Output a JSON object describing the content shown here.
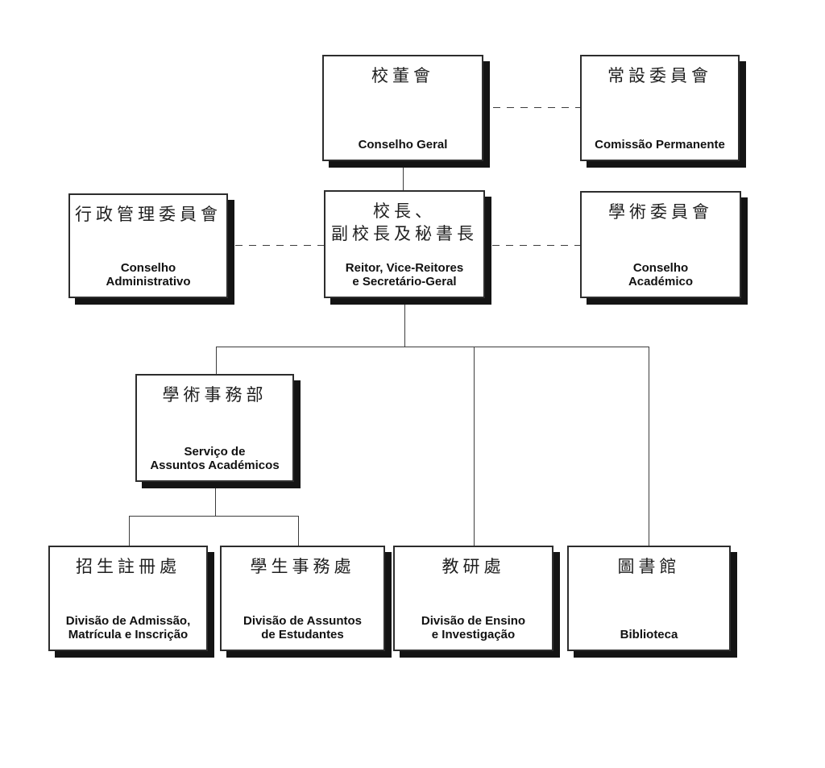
{
  "diagram": {
    "type": "org-chart",
    "colors": {
      "background": "#ffffff",
      "box_fill": "#ffffff",
      "box_border": "#2d2d2d",
      "box_shadow": "#141414",
      "line": "#3d3d3d",
      "text": "#111111"
    },
    "nodes": [
      {
        "id": "conselho-geral",
        "zh": "校董會",
        "pt": "Conselho Geral"
      },
      {
        "id": "comissao-permanente",
        "zh": "常設委員會",
        "pt": "Comissão Permanente"
      },
      {
        "id": "conselho-administrativo",
        "zh": "行政管理委員會",
        "pt": "Conselho\nAdministrativo"
      },
      {
        "id": "reitor-vice-reitores-secretario-geral",
        "zh": "校長、\n副校長及秘書長",
        "pt": "Reitor, Vice-Reitores\ne Secretário-Geral"
      },
      {
        "id": "conselho-academico",
        "zh": "學術委員會",
        "pt": "Conselho\nAcadémico"
      },
      {
        "id": "servico-assuntos-academicos",
        "zh": "學術事務部",
        "pt": "Serviço de\nAssuntos Académicos"
      },
      {
        "id": "divisao-admissao-matricula-inscricao",
        "zh": "招生註冊處",
        "pt": "Divisão de Admissão,\nMatrícula e Inscrição"
      },
      {
        "id": "divisao-assuntos-estudantes",
        "zh": "學生事務處",
        "pt": "Divisão de Assuntos\nde Estudantes"
      },
      {
        "id": "divisao-ensino-investigacao",
        "zh": "教研處",
        "pt": "Divisão de Ensino\ne Investigação"
      },
      {
        "id": "biblioteca",
        "zh": "圖書館",
        "pt": "Biblioteca"
      }
    ],
    "edges": [
      {
        "from": "conselho-geral",
        "to": "comissao-permanente",
        "style": "dashed"
      },
      {
        "from": "conselho-geral",
        "to": "reitor-vice-reitores-secretario-geral",
        "style": "solid"
      },
      {
        "from": "reitor-vice-reitores-secretario-geral",
        "to": "conselho-administrativo",
        "style": "dashed"
      },
      {
        "from": "reitor-vice-reitores-secretario-geral",
        "to": "conselho-academico",
        "style": "dashed"
      },
      {
        "from": "reitor-vice-reitores-secretario-geral",
        "to": "servico-assuntos-academicos",
        "style": "solid"
      },
      {
        "from": "reitor-vice-reitores-secretario-geral",
        "to": "divisao-ensino-investigacao",
        "style": "solid"
      },
      {
        "from": "reitor-vice-reitores-secretario-geral",
        "to": "biblioteca",
        "style": "solid"
      },
      {
        "from": "servico-assuntos-academicos",
        "to": "divisao-admissao-matricula-inscricao",
        "style": "solid"
      },
      {
        "from": "servico-assuntos-academicos",
        "to": "divisao-assuntos-estudantes",
        "style": "solid"
      }
    ]
  }
}
